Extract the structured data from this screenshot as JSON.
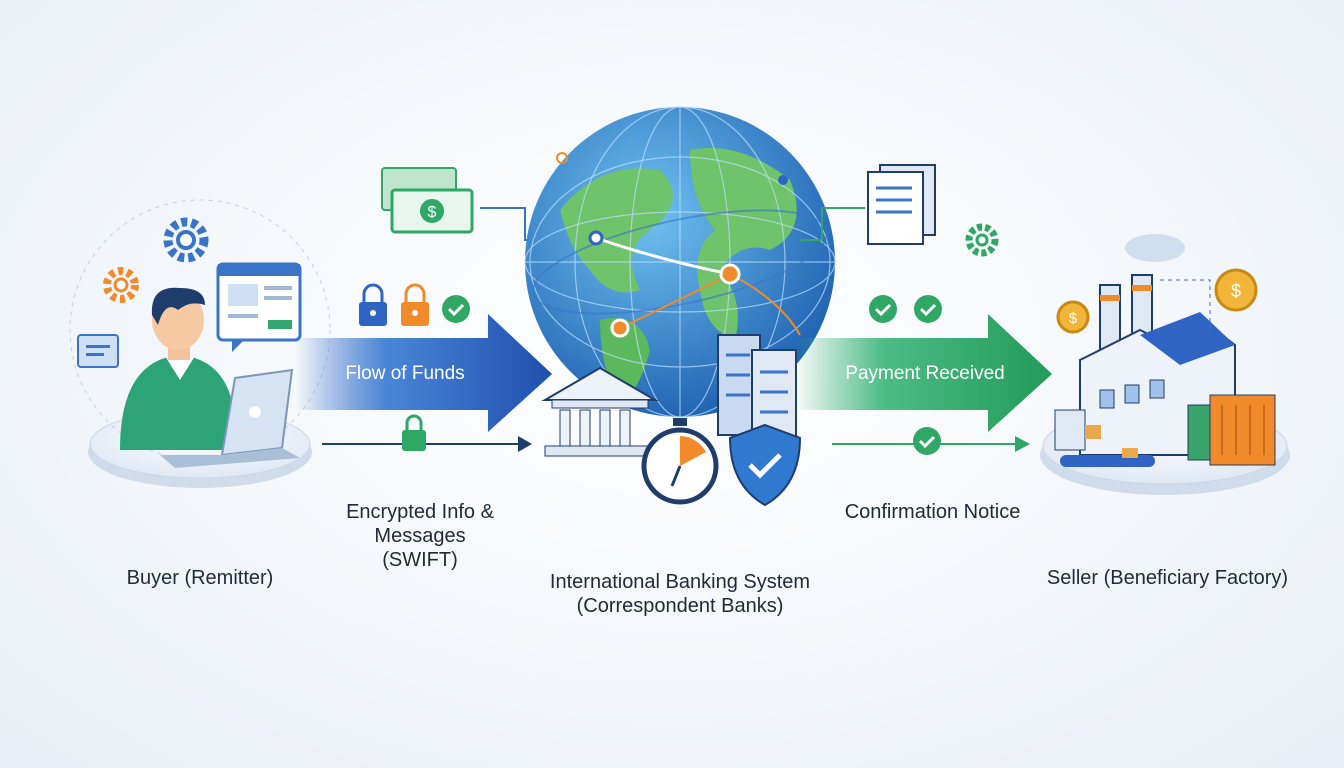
{
  "labels": {
    "buyer": "Buyer (Remitter)",
    "banking_line1": "International Banking System",
    "banking_line2": "(Correspondent Banks)",
    "seller": "Seller (Beneficiary Factory)",
    "encrypted_line1": "Encrypted Info &",
    "encrypted_line2": "Messages",
    "encrypted_line3": "(SWIFT)",
    "confirmation": "Confirmation Notice"
  },
  "arrows": {
    "funds": "Flow of Funds",
    "payment": "Payment Received"
  },
  "icons": {
    "money": "$",
    "coin": "$"
  },
  "colors": {
    "blue": "#2f64c4",
    "green": "#2fa765",
    "orange": "#f08a2b"
  }
}
